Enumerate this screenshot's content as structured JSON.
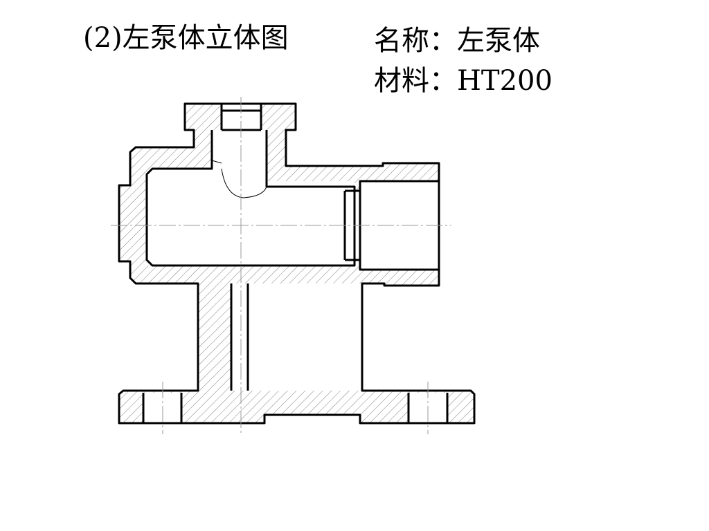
{
  "header": {
    "title": "(2)左泵体立体图",
    "name_label": "名称：",
    "name_value": "左泵体",
    "material_label": "材料：",
    "material_value": "HT200"
  },
  "colors": {
    "outline": "#000000",
    "hatch": "#7f7f7f",
    "centerline": "#9a9a9a"
  }
}
